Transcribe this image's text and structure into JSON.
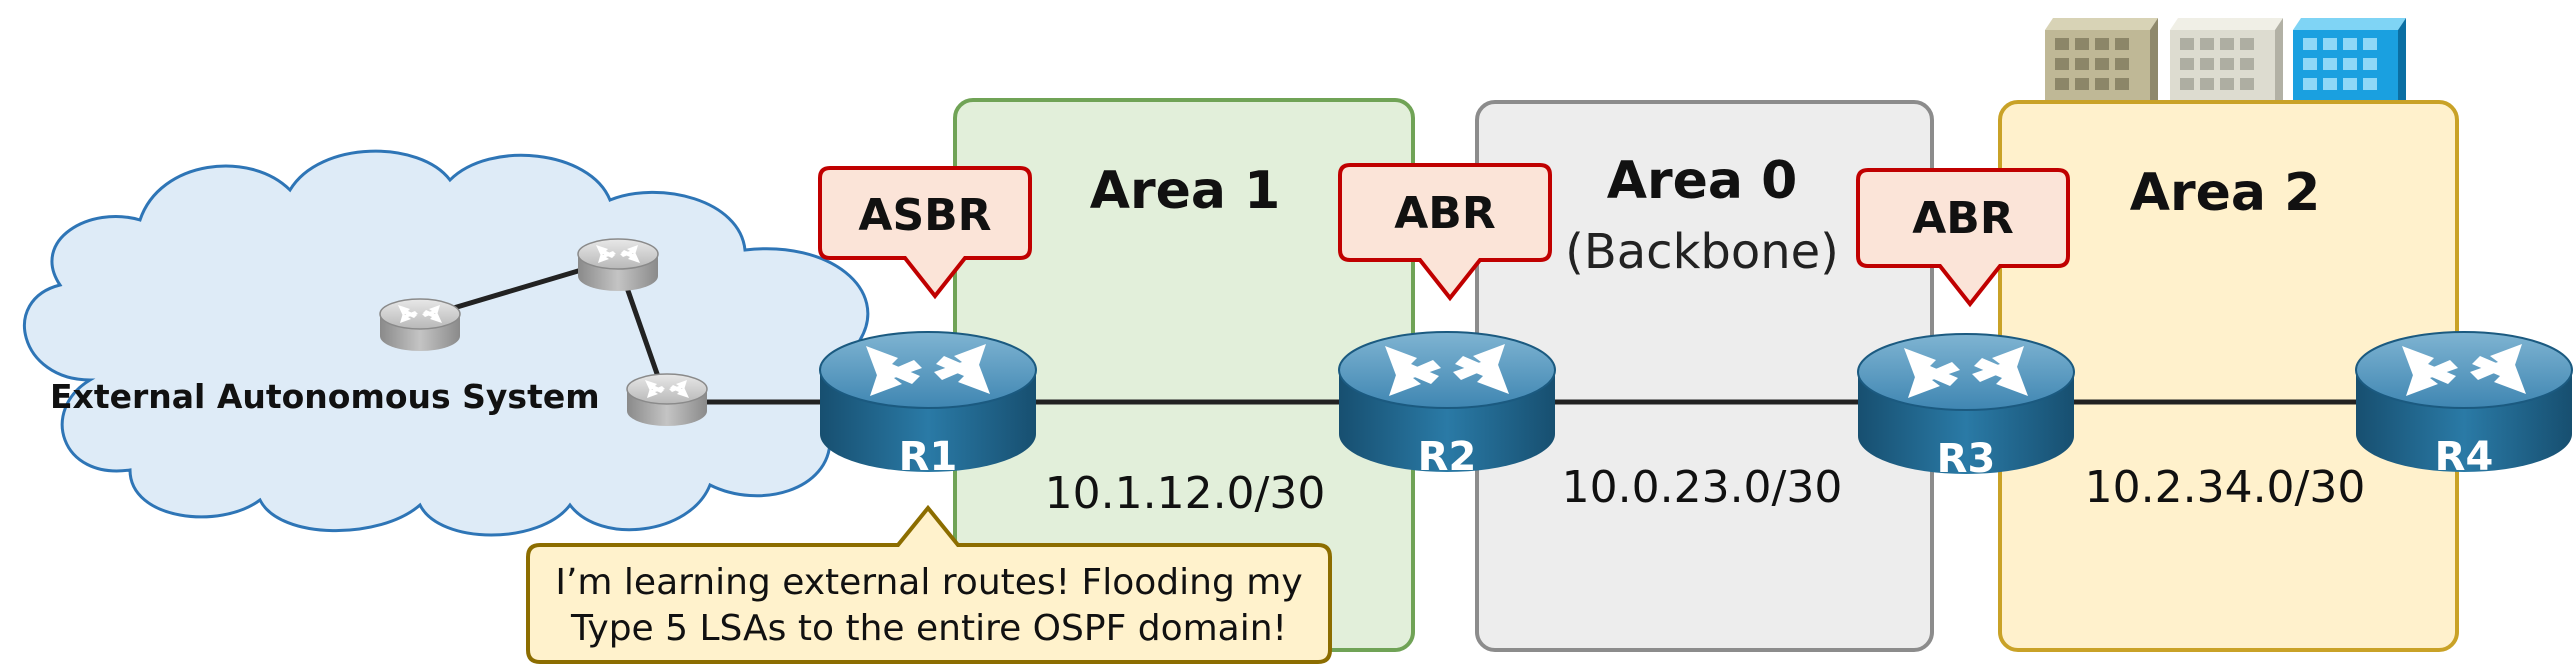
{
  "areas": {
    "area1": {
      "title": "Area 1"
    },
    "area0": {
      "title": "Area 0",
      "subtitle": "(Backbone)"
    },
    "area2": {
      "title": "Area 2"
    }
  },
  "external": {
    "label": "External Autonomous System"
  },
  "routers": {
    "r1": "R1",
    "r2": "R2",
    "r3": "R3",
    "r4": "R4"
  },
  "callouts": {
    "asbr": "ASBR",
    "abr_r2": "ABR",
    "abr_r3": "ABR"
  },
  "subnets": {
    "r1_r2": "10.1.12.0/30",
    "r2_r3": "10.0.23.0/30",
    "r3_r4": "10.2.34.0/30"
  },
  "note": {
    "line1": "I’m learning external routes! Flooding my",
    "line2": "Type 5 LSAs to the entire OSPF domain!"
  },
  "colors": {
    "area1_fill": "#e2efda",
    "area1_stroke": "#70a356",
    "area0_fill": "#ededed",
    "area0_stroke": "#8c8c8c",
    "area2_fill": "#fff1cc",
    "area2_stroke": "#c9a227",
    "callout_fill": "#fbe4d8",
    "callout_stroke": "#c00000",
    "cloud_fill": "#deebf7",
    "cloud_stroke": "#2e75b6",
    "note_fill": "#fff2cc",
    "note_stroke": "#8c6d00",
    "router_body": "#1f6d96"
  },
  "icons": [
    "router-icon",
    "building-icon",
    "cloud-icon"
  ]
}
